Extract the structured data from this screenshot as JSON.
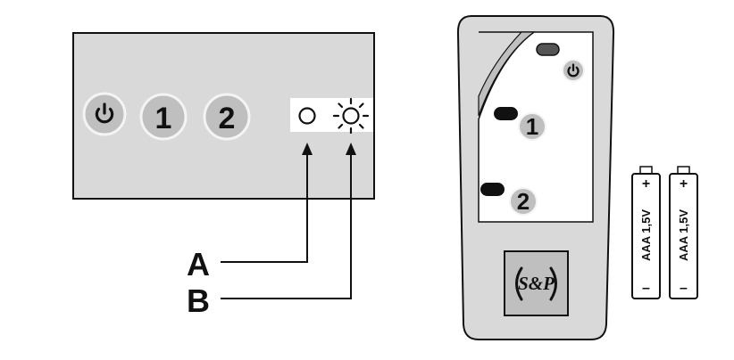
{
  "control_panel": {
    "buttons": [
      {
        "id": "power",
        "icon": "power-icon"
      },
      {
        "id": "speed1",
        "label": "1"
      },
      {
        "id": "speed2",
        "label": "2"
      }
    ],
    "indicators": [
      {
        "id": "A",
        "icon": "circle-led-icon"
      },
      {
        "id": "B",
        "icon": "sun-light-icon"
      }
    ]
  },
  "callouts": {
    "a": "A",
    "b": "B"
  },
  "remote": {
    "buttons": [
      {
        "id": "power",
        "icon": "power-icon"
      },
      {
        "id": "speed1",
        "label": "1"
      },
      {
        "id": "speed2",
        "label": "2"
      }
    ],
    "logo": "S&P"
  },
  "batteries": [
    {
      "label": "AAA 1,5V",
      "plus": "+",
      "minus": "–"
    },
    {
      "label": "AAA 1,5V",
      "plus": "+",
      "minus": "–"
    }
  ],
  "colors": {
    "panel_fill": "#d9d9d9",
    "button_fill": "#bfbfbf",
    "screen_fill": "#ffffff",
    "outline": "#111111"
  }
}
